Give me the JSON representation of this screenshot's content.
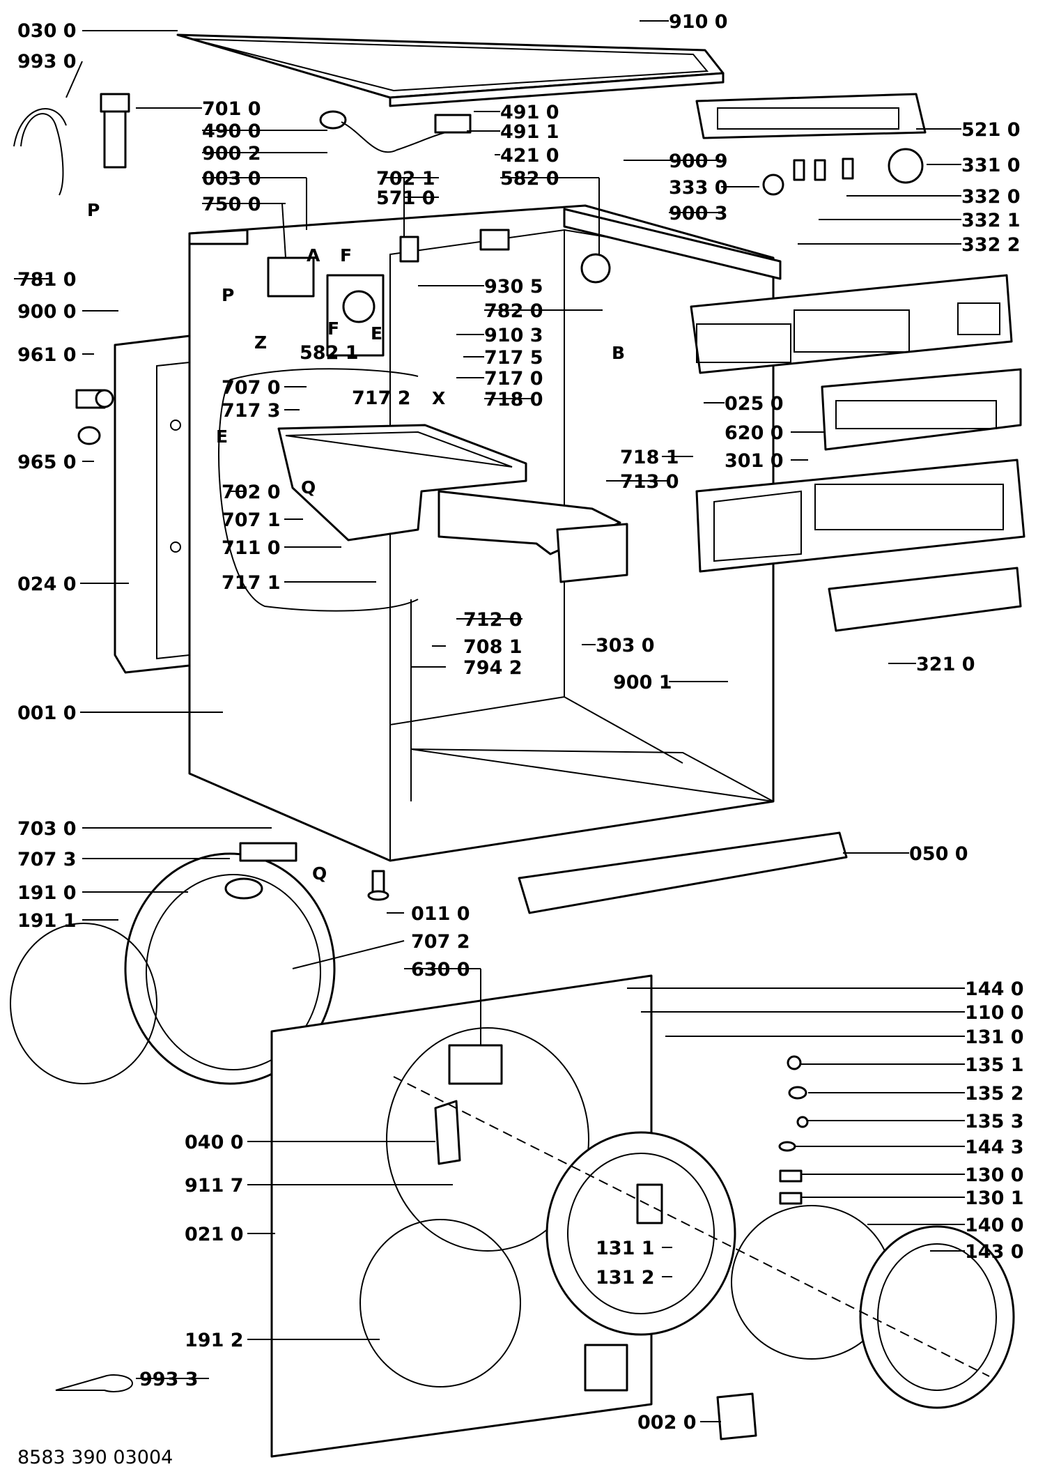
{
  "document_number": "8583 390 03004",
  "part_labels": [
    "030 0",
    "993 0",
    "701 0",
    "490 0",
    "900 2",
    "003 0",
    "750 0",
    "781 0",
    "900 0",
    "961 0",
    "965 0",
    "910 0",
    "491 0",
    "491 1",
    "421 0",
    "582 0",
    "702 1",
    "571 0",
    "900 9",
    "333 0",
    "900 3",
    "521 0",
    "331 0",
    "332 0",
    "332 1",
    "332 2",
    "930 5",
    "782 0",
    "910 3",
    "717 5",
    "717 0",
    "718 0",
    "707 0",
    "717 3",
    "717 2",
    "702 0",
    "707 1",
    "711 0",
    "717 1",
    "582 1",
    "025 0",
    "620 0",
    "301 0",
    "718 1",
    "713 0",
    "024 0",
    "712 0",
    "708 1",
    "794 2",
    "303 0",
    "321 0",
    "900 1",
    "001 0",
    "703 0",
    "707 3",
    "191 0",
    "191 1",
    "707 2",
    "630 0",
    "011 0",
    "050 0",
    "144 0",
    "110 0",
    "131 0",
    "135 1",
    "135 2",
    "135 3",
    "144 3",
    "130 0",
    "130 1",
    "140 0",
    "143 0",
    "040 0",
    "911 7",
    "021 0",
    "131 1",
    "131 2",
    "191 2",
    "993 3",
    "002 0"
  ],
  "letter_marks": [
    "A",
    "P",
    "F",
    "E",
    "Z",
    "F",
    "P",
    "B",
    "X",
    "E",
    "Q",
    "Q"
  ]
}
